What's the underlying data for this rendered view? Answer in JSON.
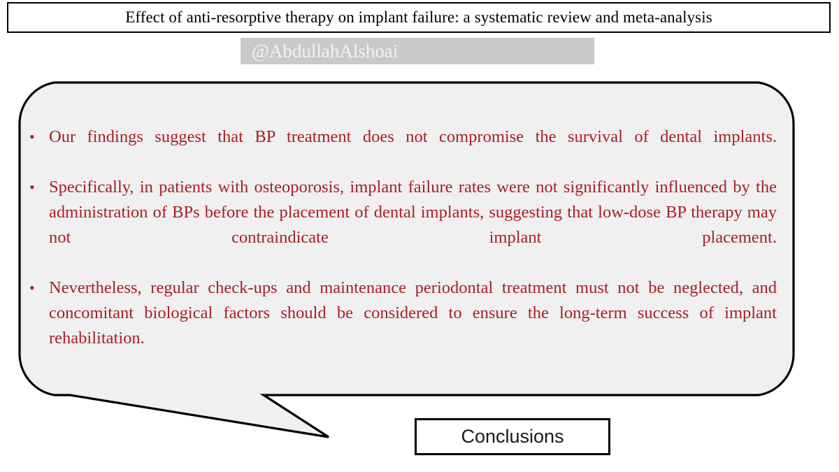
{
  "page": {
    "background_color": "#ffffff",
    "accent_text_color": "#a81f26",
    "bubble_fill_color": "#f0f0f0",
    "bubble_border_color": "#000000",
    "watermark_band_color": "#c9c9c9"
  },
  "title": {
    "text": "Effect of anti-resorptive therapy on implant failure: a systematic review and meta-analysis"
  },
  "watermark": {
    "handle": "@AbdullahAlshoai"
  },
  "callout": {
    "bullet_glyph": "•",
    "bullets": [
      "Our findings suggest that BP treatment does not compromise the survival of dental implants.",
      "Specifically, in patients with osteoporosis, implant failure rates were not significantly influenced by the administration of BPs before the placement of dental implants, suggesting that low-dose BP therapy may not contraindicate implant placement.",
      "Nevertheless, regular check-ups and maintenance periodontal treatment must not be neglected, and concomitant biological factors should be considered to ensure the long-term success of implant rehabilitation."
    ]
  },
  "conclusions": {
    "label": "Conclusions"
  }
}
